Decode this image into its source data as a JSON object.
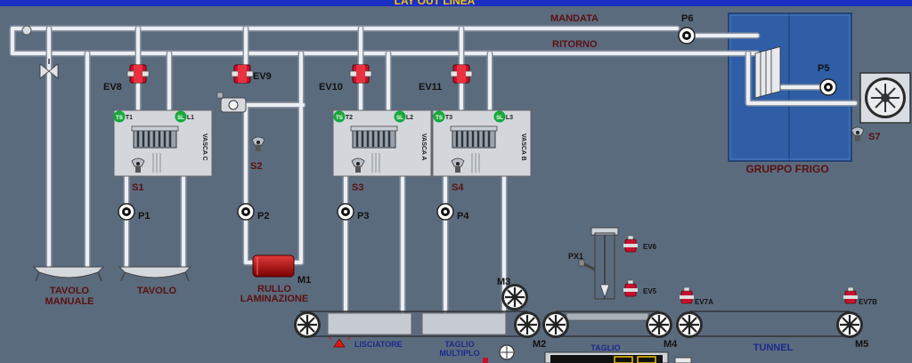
{
  "header": {
    "title": "LAY OUT LINEA"
  },
  "colors": {
    "background": "#5b6b7e",
    "header": "#1b2fc4",
    "header_text": "#f5c400",
    "frigo": "#2f5ea6",
    "valve": "#c8102e",
    "led": "#1ea83a"
  },
  "lines": {
    "mandata": "MANDATA",
    "ritorno": "RITORNO"
  },
  "valves": {
    "ev8": "EV8",
    "ev9": "EV9",
    "ev10": "EV10",
    "ev11": "EV11",
    "ev6": "EV6",
    "ev5": "EV5",
    "ev7a": "EV7A",
    "ev7b": "EV7B"
  },
  "tanks": {
    "c": {
      "name": "VASCA C",
      "ts": "TS",
      "t": "T1",
      "sl": "SL",
      "l": "L1"
    },
    "a": {
      "name": "VASCA A",
      "ts": "TS",
      "t": "T2",
      "sl": "SL",
      "l": "L2"
    },
    "b": {
      "name": "VASCA B",
      "ts": "TS",
      "t": "T3",
      "sl": "SL",
      "l": "L3"
    }
  },
  "pumps": {
    "p1": "P1",
    "p2": "P2",
    "p3": "P3",
    "p4": "P4",
    "p5": "P5",
    "p6": "P6"
  },
  "sensors": {
    "s1": "S1",
    "s2": "S2",
    "s3": "S3",
    "s4": "S4",
    "s7": "S7",
    "px1": "PX1"
  },
  "motors": {
    "m1": "M1",
    "m2": "M2",
    "m3": "M3",
    "m4": "M4",
    "m5": "M5"
  },
  "labels": {
    "gruppo_frigo": "GRUPPO FRIGO",
    "tavolo_manuale_1": "TAVOLO",
    "tavolo_manuale_2": "MANUALE",
    "tavolo": "TAVOLO",
    "rullo_1": "RULLO",
    "rullo_2": "LAMINAZIONE",
    "lisciatore": "LISCIATORE",
    "taglio_multiplo_1": "TAGLIO",
    "taglio_multiplo_2": "MULTIPLO",
    "taglio": "TAGLIO",
    "tunnel": "TUNNEL"
  }
}
